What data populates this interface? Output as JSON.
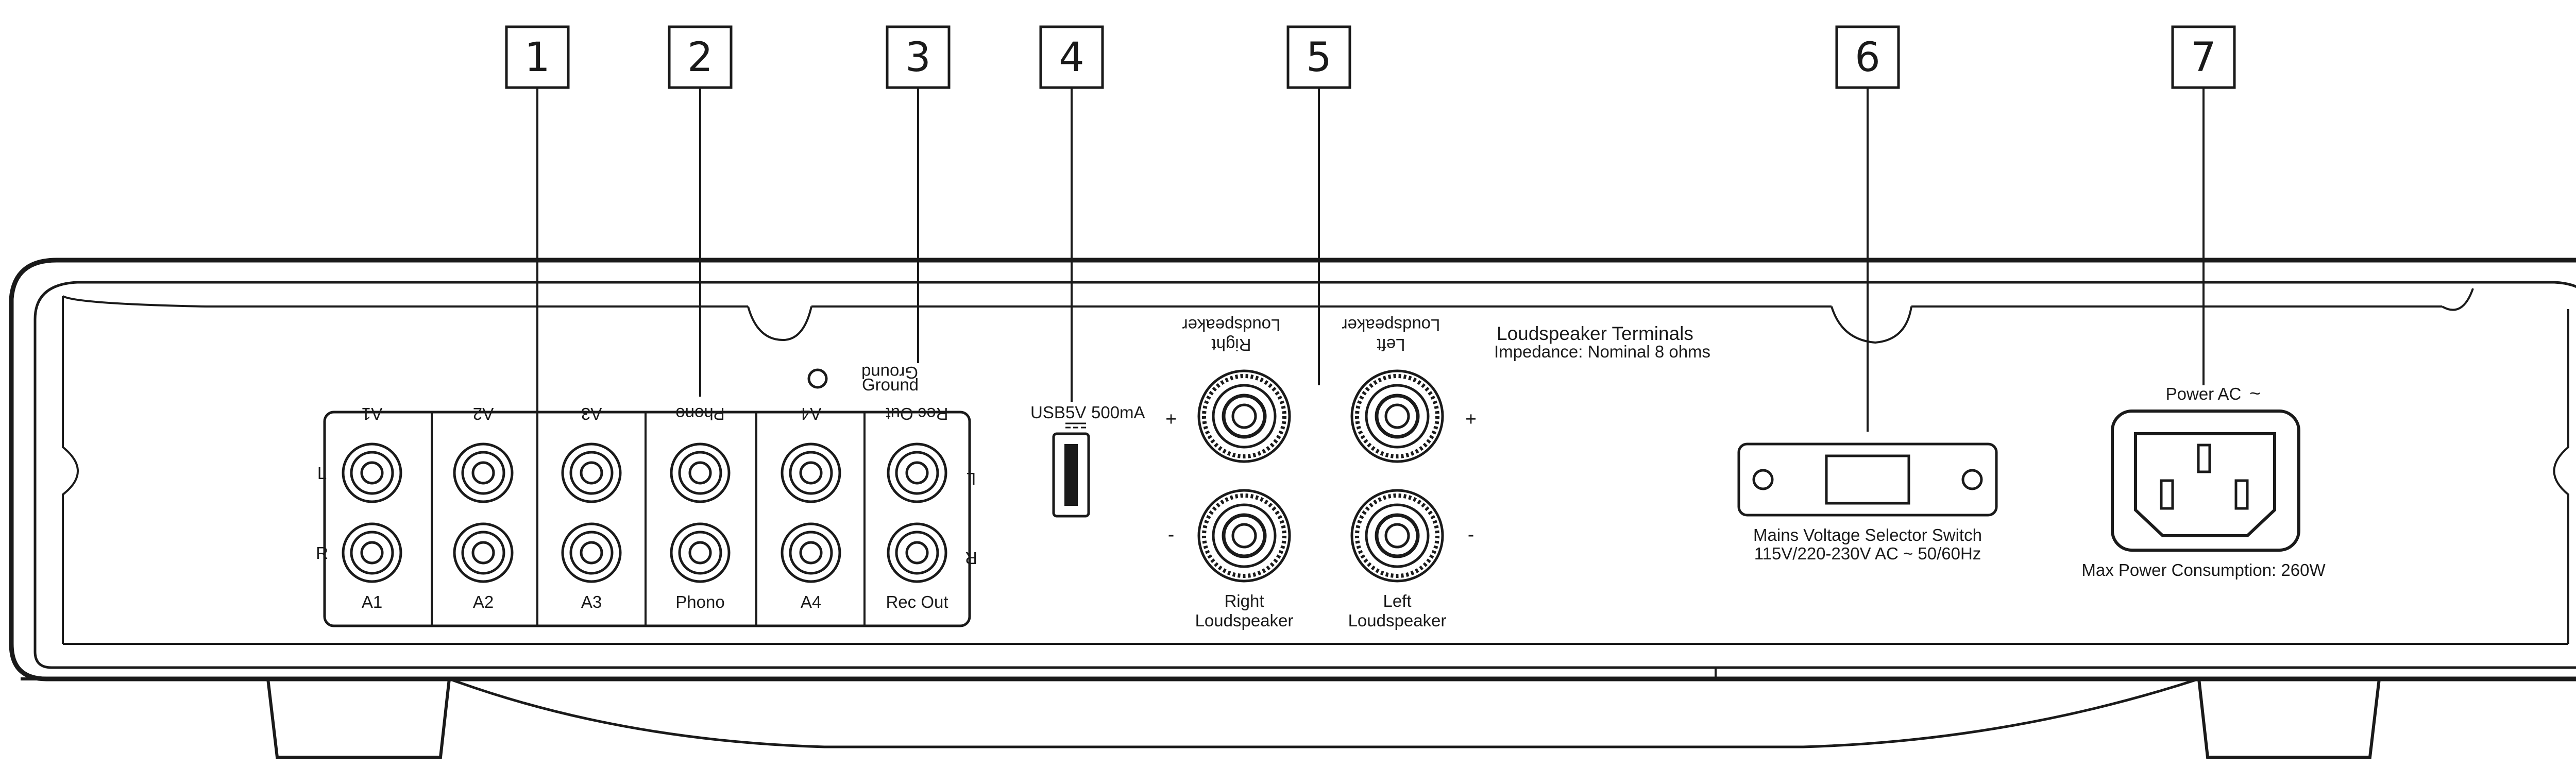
{
  "callouts": [
    "1",
    "2",
    "3",
    "4",
    "5",
    "6",
    "7"
  ],
  "inputs": {
    "top_labels": [
      "A1",
      "A2",
      "A3",
      "Phono",
      "A4",
      "Rec Out"
    ],
    "bottom_labels": [
      "A1",
      "A2",
      "A3",
      "Phono",
      "A4",
      "Rec Out"
    ],
    "channel_left": "L",
    "channel_right": "R"
  },
  "ground": {
    "upside_down": "Ground",
    "upright": "Ground"
  },
  "usb": {
    "label": "USB",
    "voltage": "5V",
    "current": "500mA"
  },
  "speakers": {
    "right_top_line1": "Right",
    "right_top_line2": "Loudspeaker",
    "left_top_line1": "Left",
    "left_top_line2": "Loudspeaker",
    "right_bottom_line1": "Right",
    "right_bottom_line2": "Loudspeaker",
    "left_bottom_line1": "Left",
    "left_bottom_line2": "Loudspeaker",
    "plus": "+",
    "minus": "-",
    "terminals_title": "Loudspeaker Terminals",
    "impedance": "Impedance: Nominal 8 ohms"
  },
  "voltage_selector": {
    "line1": "Mains Voltage Selector Switch",
    "line2": "115V/220-230V AC ~ 50/60Hz"
  },
  "power": {
    "label": "Power AC",
    "symbol": "~",
    "max_consumption": "Max Power Consumption: 260W"
  }
}
